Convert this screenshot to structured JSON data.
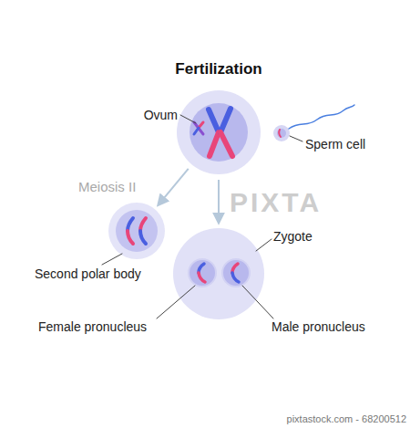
{
  "diagram": {
    "title": "Fertilization",
    "nodes": [
      {
        "text": [
          "Ovum"
        ]
      },
      {
        "text": [
          "Sperm cell"
        ]
      },
      {
        "text": [
          "Second polar body"
        ]
      },
      {
        "text": [
          "Zygote"
        ]
      },
      {
        "text": [
          "Female pronucleus"
        ],
        "in": 3
      },
      {
        "text": [
          "Male pronucleus"
        ],
        "in": 3
      }
    ],
    "edges": [
      {
        "from": 0,
        "to": 2,
        "arrow": "to",
        "label": "Meiosis II"
      },
      {
        "from": 0,
        "to": 3,
        "arrow": "to"
      }
    ],
    "labels": [
      "PIXTA",
      "pixtastock.com - 68200512"
    ]
  }
}
